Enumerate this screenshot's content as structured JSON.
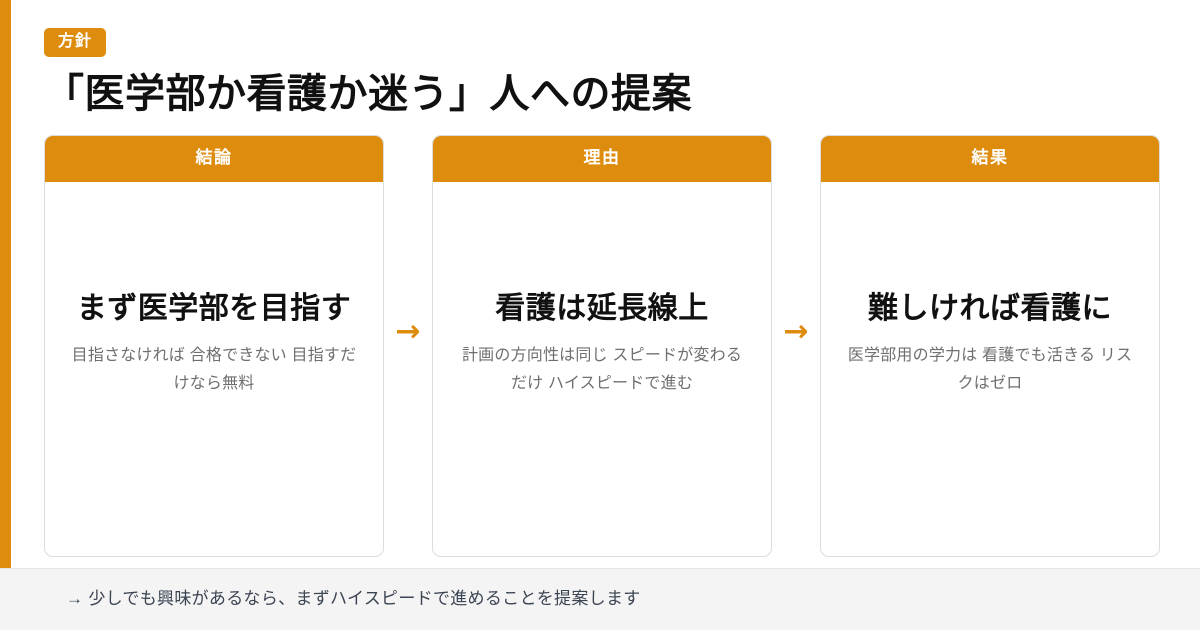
{
  "accent_color": "#de8c0d",
  "header": {
    "badge_label": "方針",
    "title": "「医学部か看護か迷う」人への提案"
  },
  "cards": [
    {
      "header": "結論",
      "heading": "まず医学部を目指す",
      "sub": "目指さなければ 合格できない 目指すだけなら無料"
    },
    {
      "header": "理由",
      "heading": "看護は延長線上",
      "sub": "計画の方向性は同じ スピードが変わるだけ ハイスピードで進む"
    },
    {
      "header": "結果",
      "heading": "難しければ看護に",
      "sub": "医学部用の学力は 看護でも活きる リスクはゼロ"
    }
  ],
  "connectors": [
    {
      "icon": "arrow-right-icon",
      "glyph": "→"
    },
    {
      "icon": "arrow-right-icon",
      "glyph": "→"
    }
  ],
  "footer": {
    "note": "→ 少しでも興味があるなら、まずハイスピードで進めることを提案します"
  }
}
